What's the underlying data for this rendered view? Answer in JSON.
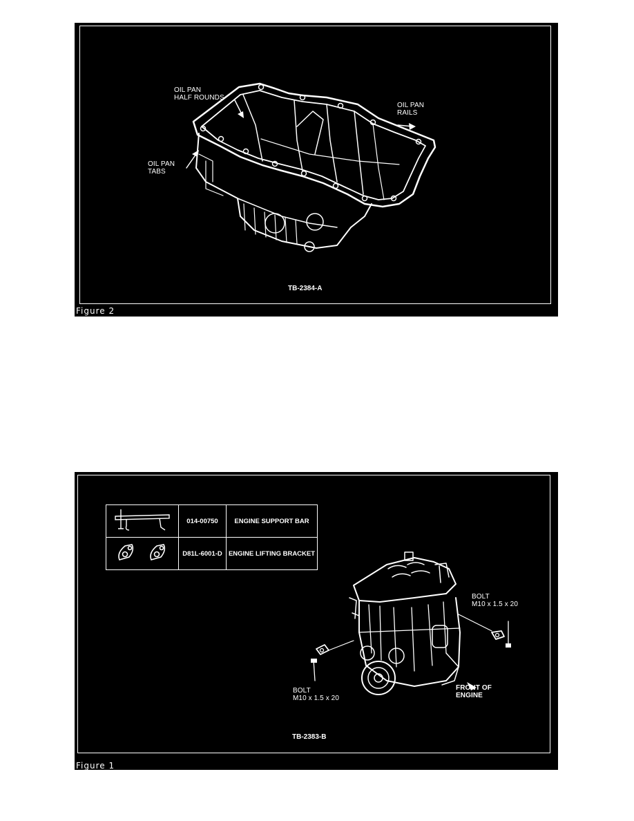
{
  "figure2": {
    "caption": "Figure 2",
    "code": "TB-2384-A",
    "labels": {
      "half_rounds": [
        "OIL PAN",
        "HALF ROUNDS"
      ],
      "rails": [
        "OIL PAN",
        "RAILS"
      ],
      "tabs": [
        "OIL PAN",
        "TABS"
      ]
    }
  },
  "figure1": {
    "caption": "Figure 1",
    "code": "TB-2383-B",
    "tools": [
      {
        "part": "014-00750",
        "name": "ENGINE SUPPORT BAR"
      },
      {
        "part": "D81L-6001-D",
        "name": "ENGINE LIFTING BRACKET"
      }
    ],
    "labels": {
      "bolt_right": [
        "BOLT",
        "M10 x 1.5 x 20"
      ],
      "bolt_left": [
        "BOLT",
        "M10 x 1.5 x 20"
      ],
      "front": [
        "FRONT OF",
        "ENGINE"
      ]
    }
  }
}
